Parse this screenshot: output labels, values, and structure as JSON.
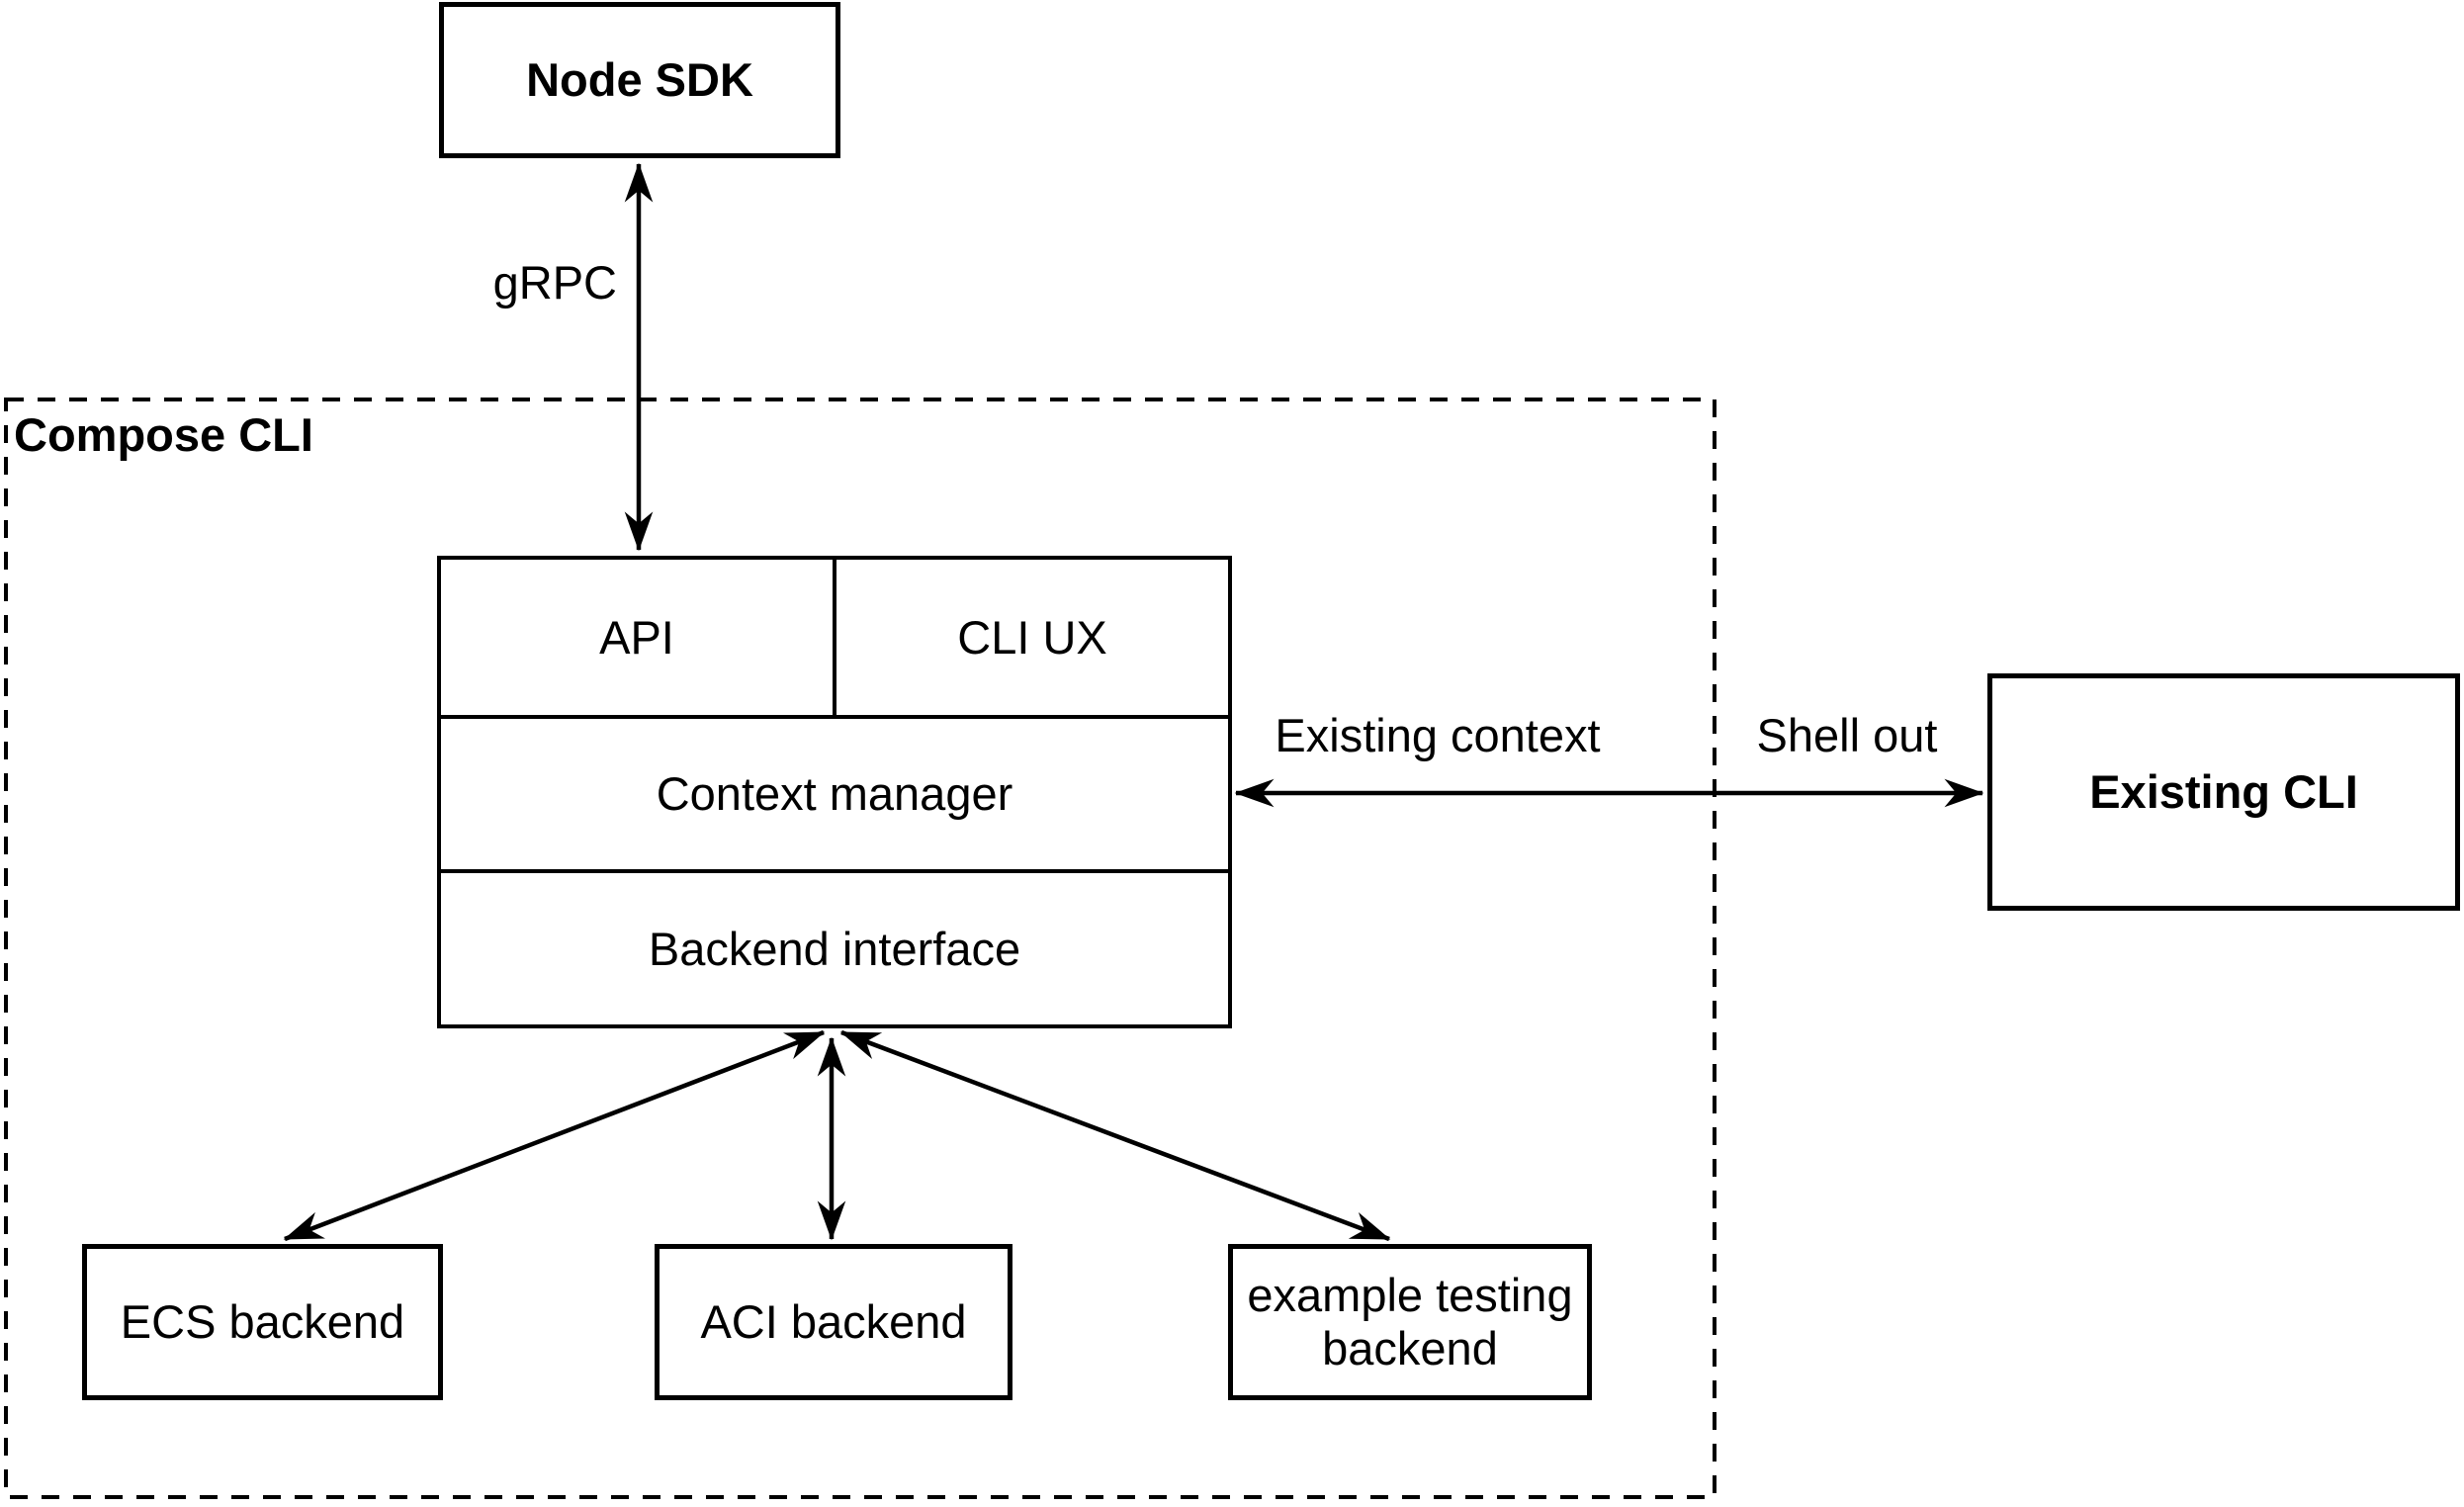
{
  "canvas": {
    "background": "#ffffff",
    "stroke": "#000000"
  },
  "nodes": {
    "node_sdk": {
      "label": "Node SDK"
    },
    "compose_cli": {
      "label": "Compose CLI"
    },
    "stack": {
      "api": "API",
      "cli_ux": "CLI UX",
      "context_manager": "Context manager",
      "backend_interface": "Backend interface"
    },
    "existing_cli": {
      "label": "Existing CLI"
    },
    "backends": [
      {
        "label": "ECS backend"
      },
      {
        "label": "ACI backend"
      },
      {
        "label": "example testing backend"
      }
    ]
  },
  "edge_labels": {
    "grpc": "gRPC",
    "existing_context": "Existing context",
    "shell_out": "Shell out"
  }
}
